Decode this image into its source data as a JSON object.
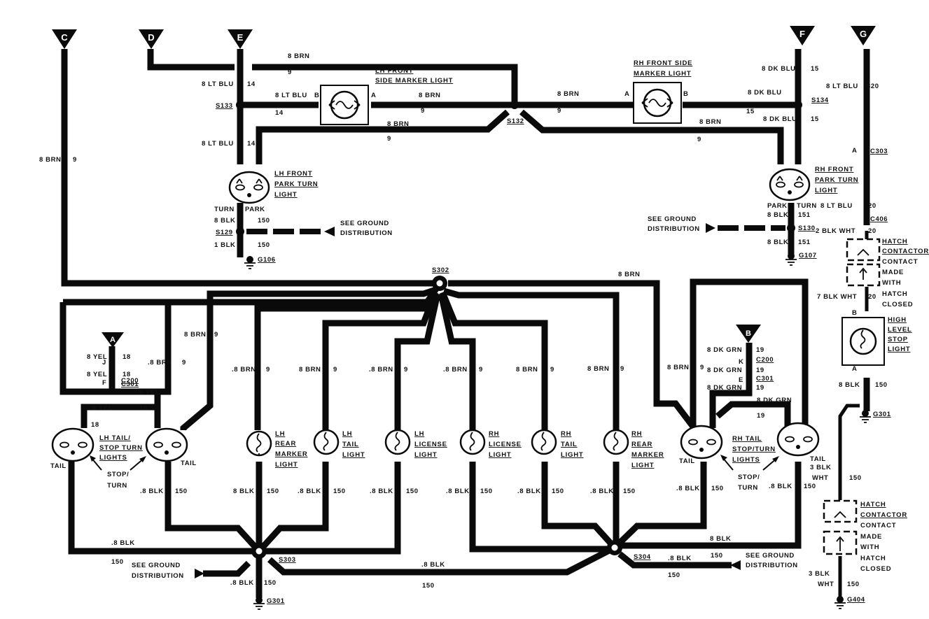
{
  "connectors_in": [
    {
      "id": "C",
      "label": "C"
    },
    {
      "id": "D",
      "label": "D"
    },
    {
      "id": "E",
      "label": "E"
    },
    {
      "id": "F",
      "label": "F"
    },
    {
      "id": "G",
      "label": "G"
    },
    {
      "id": "A",
      "label": "A"
    },
    {
      "id": "B",
      "label": "B"
    }
  ],
  "components": {
    "lh_front_side_marker": [
      "LH FRONT",
      "SIDE MARKER LIGHT"
    ],
    "rh_front_side_marker": [
      "RH FRONT SIDE",
      "MARKER LIGHT"
    ],
    "lh_front_park_turn": [
      "LH FRONT",
      "PARK TURN",
      "LIGHT"
    ],
    "rh_front_park_turn": [
      "RH FRONT",
      "PARK TURN",
      "LIGHT"
    ],
    "lh_tail_stop_turn": [
      "LH TAIL/",
      "STOP TURN",
      "LIGHTS"
    ],
    "rh_tail_stop_turn": [
      "RH TAIL",
      "STOP/TURN",
      "LIGHTS"
    ],
    "lh_rear_marker": [
      "LH",
      "REAR",
      "MARKER",
      "LIGHT"
    ],
    "lh_tail": [
      "LH",
      "TAIL",
      "LIGHT"
    ],
    "lh_license": [
      "LH",
      "LICENSE",
      "LIGHT"
    ],
    "rh_license": [
      "RH",
      "LICENSE",
      "LIGHT"
    ],
    "rh_tail": [
      "RH",
      "TAIL",
      "LIGHT"
    ],
    "rh_rear_marker": [
      "RH",
      "REAR",
      "MARKER",
      "LIGHT"
    ],
    "high_level_stop": [
      "HIGH",
      "LEVEL",
      "STOP",
      "LIGHT"
    ],
    "hatch_contactor_1": [
      "HATCH",
      "CONTACTOR"
    ],
    "hatch_contactor_1_note": [
      "CONTACT",
      "MADE",
      "WITH",
      "HATCH",
      "CLOSED"
    ],
    "hatch_contactor_2": [
      "HATCH",
      "CONTACTOR"
    ],
    "hatch_contactor_2_note": [
      "CONTACT",
      "MADE",
      "WITH",
      "HATCH",
      "CLOSED"
    ]
  },
  "splices": {
    "S133": "S133",
    "S132": "S132",
    "S134": "S134",
    "S129": "S129",
    "S130": "S130",
    "S302": "S302",
    "S303": "S303",
    "S304": "S304"
  },
  "connectors": {
    "C303": "C303",
    "C406": "C406",
    "C200_l": "C200",
    "C301_l": "C301",
    "C200_r": "C200",
    "C301_r": "C301"
  },
  "grounds": {
    "G106": "G106",
    "G107": "G107",
    "G301_top": "G301",
    "G301_bot": "G301",
    "G404": "G404"
  },
  "pins": {
    "lh_sm_b": "B",
    "lh_sm_a": "A",
    "rh_sm_a": "A",
    "rh_sm_b": "B",
    "c303": "A",
    "hls_b": "B",
    "hls_a": "A",
    "c200_l": "J",
    "c301_l": "F",
    "c200_r": "K",
    "c301_r": "E"
  },
  "terminal_labels": {
    "turn": "TURN",
    "park": "PARK",
    "tail": "TAIL",
    "stop_turn": [
      "STOP/",
      "TURN"
    ]
  },
  "see_ground": [
    "SEE GROUND",
    "DISTRIBUTION"
  ],
  "wires": {
    "brn": "8 BRN",
    "brn_dot": ".8 BRN",
    "c9": "9",
    "ltblu": "8 LT BLU",
    "c14": "14",
    "dkblu": "8 DK BLU",
    "c15": "15",
    "ltblu_820": "820",
    "c20": "20",
    "blk": "8 BLK",
    "blk_dot": ".8 BLK",
    "blk1": "1 BLK",
    "c150": "150",
    "c151": "151",
    "blkwht2": "2 BLK WHT",
    "blkwht7": "7 BLK WHT",
    "blk3": "3 BLK",
    "wht": "WHT",
    "yel": "8 YEL",
    "c18": "18",
    "dkgrn": "8 DK GRN",
    "c19": "19"
  }
}
